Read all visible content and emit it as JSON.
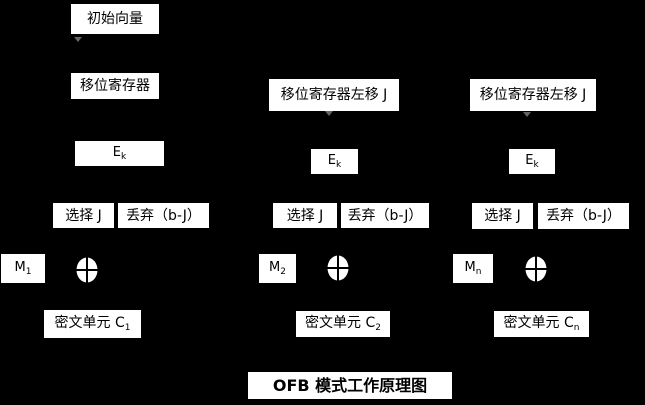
{
  "title": "OFB 模式工作原理图",
  "colors": {
    "background": "#000000",
    "box_fill": "#ffffff",
    "box_text": "#000000",
    "arrow_mark": "#777777"
  },
  "columns": [
    {
      "iv": "初始向量",
      "shift": "移位寄存器",
      "e": {
        "base": "E",
        "sub": "k"
      },
      "select": "选择 J",
      "discard": "丢弃（b-J）",
      "m": {
        "base": "M",
        "sub": "1"
      },
      "cipher": {
        "base": "密文单元 C",
        "sub": "1"
      }
    },
    {
      "shift": "移位寄存器左移 J",
      "e": {
        "base": "E",
        "sub": "k"
      },
      "select": "选择 J",
      "discard": "丢弃（b-J）",
      "m": {
        "base": "M",
        "sub": "2"
      },
      "cipher": {
        "base": "密文单元 C",
        "sub": "2"
      }
    },
    {
      "shift": "移位寄存器左移 J",
      "e": {
        "base": "E",
        "sub": "k"
      },
      "select": "选择 J",
      "discard": "丢弃（b-J）",
      "m": {
        "base": "M",
        "sub": "n"
      },
      "cipher": {
        "base": "密文单元 C",
        "sub": "n"
      }
    }
  ]
}
